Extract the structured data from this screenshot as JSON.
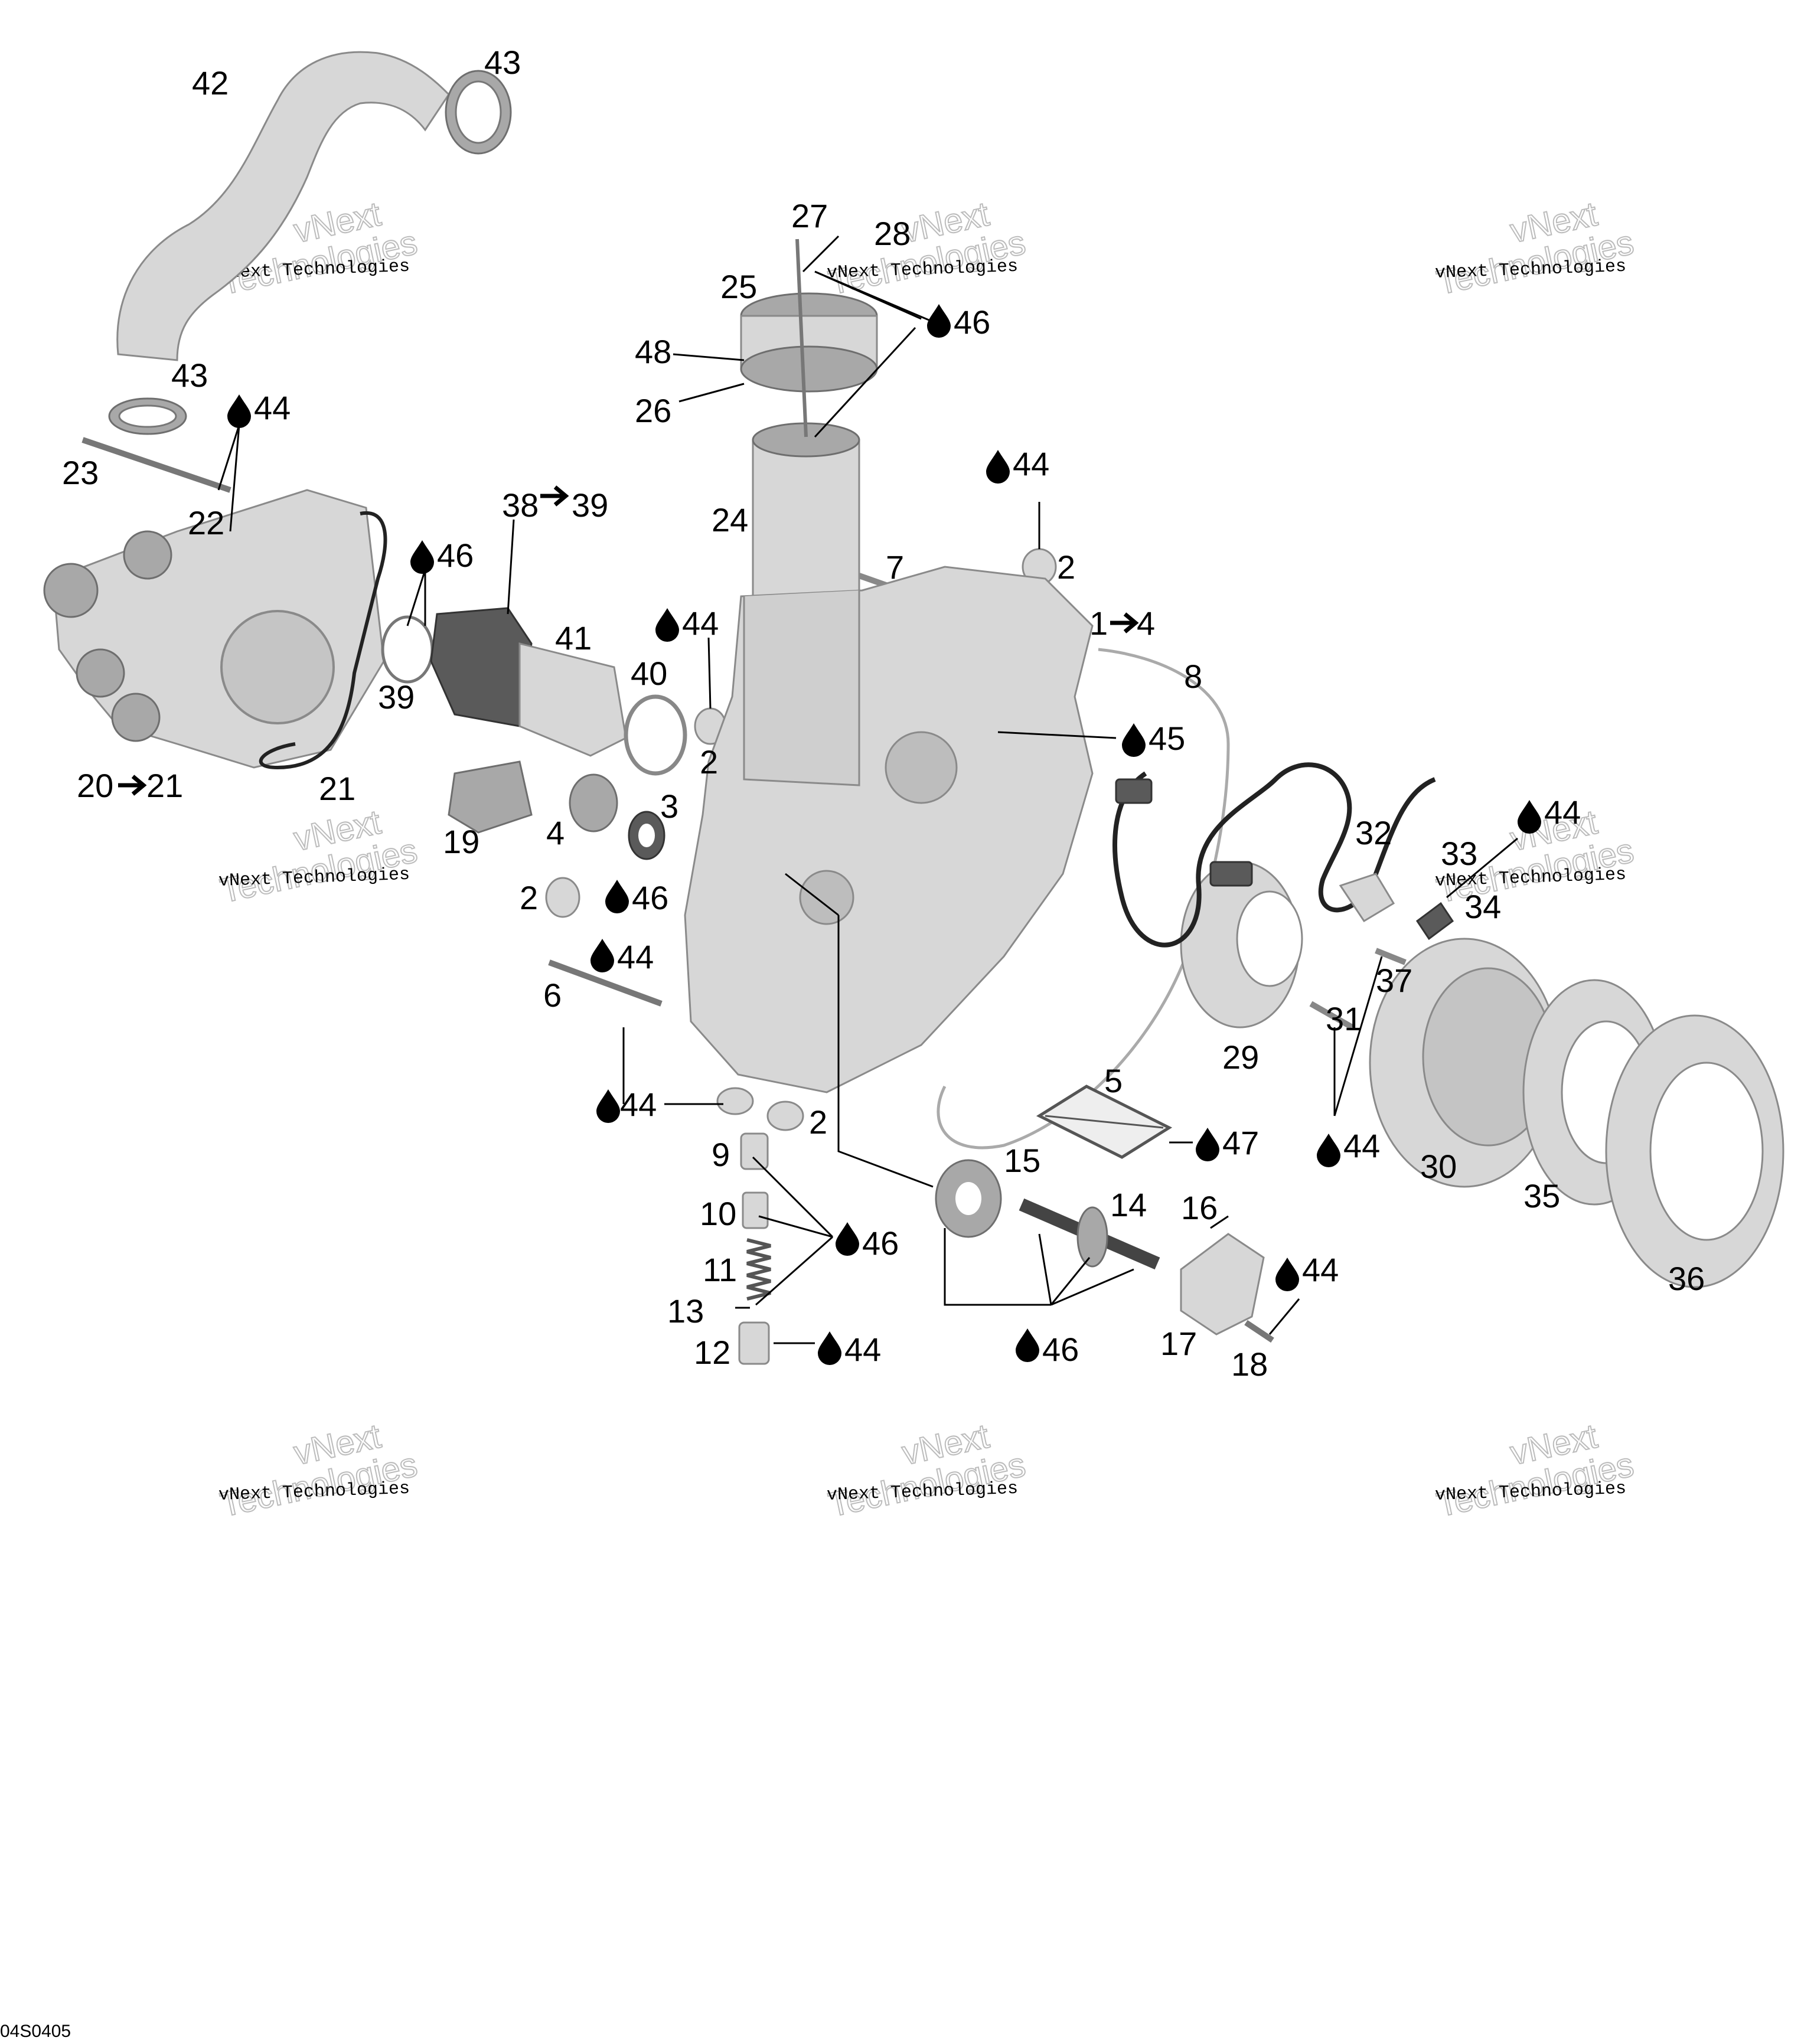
{
  "diagram_id": "04S0405",
  "watermark": {
    "line1": "vNext Technologies",
    "line2": "Technologies",
    "line3": "vNext"
  },
  "callouts": {
    "c42": "42",
    "c43a": "43",
    "c43b": "43",
    "c44a": "44",
    "c23": "23",
    "c22": "22",
    "c46a": "46",
    "c38": "38",
    "c39a": "39",
    "c41": "41",
    "c40": "40",
    "c39b": "39",
    "c20": "20",
    "c21a": "21",
    "c21b": "21",
    "c19": "19",
    "c4a": "4",
    "c3": "3",
    "c46b": "46",
    "c2a": "2",
    "c44b": "44",
    "c6": "6",
    "c44c": "44",
    "c27": "27",
    "c28": "28",
    "c25": "25",
    "c46c": "46",
    "c48": "48",
    "c26": "26",
    "c24": "24",
    "c7": "7",
    "c44d": "44",
    "c2b": "2",
    "c44e": "44",
    "c2c": "2",
    "c1": "1",
    "c4b": "4",
    "c8": "8",
    "c45": "45",
    "c2d": "2",
    "c9": "9",
    "c10": "10",
    "c11": "11",
    "c13": "13",
    "c12": "12",
    "c46d": "46",
    "c44f": "44",
    "c5": "5",
    "c47": "47",
    "c15": "15",
    "c14": "14",
    "c16": "16",
    "c17": "17",
    "c18": "18",
    "c44g": "44",
    "c46e": "46",
    "c32": "32",
    "c33": "33",
    "c34": "34",
    "c44h": "44",
    "c29": "29",
    "c37": "37",
    "c31": "31",
    "c44i": "44",
    "c30": "30",
    "c35": "35",
    "c36": "36"
  }
}
